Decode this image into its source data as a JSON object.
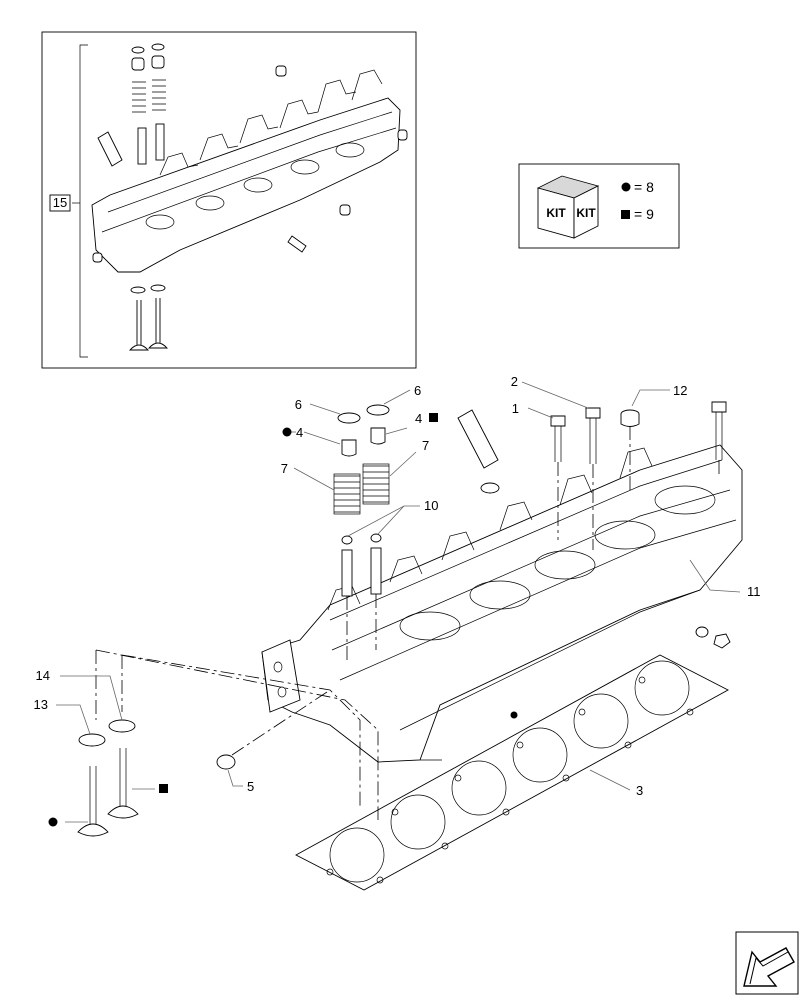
{
  "inset": {
    "label": "15"
  },
  "kit_box": {
    "kit_word": "KIT",
    "circle_legend": "= 8",
    "square_legend": "= 9"
  },
  "callouts": {
    "c1": "1",
    "c2": "2",
    "c3": "3",
    "c4a": "4",
    "c4b": "4",
    "c5": "5",
    "c6a": "6",
    "c6b": "6",
    "c7a": "7",
    "c7b": "7",
    "c10": "10",
    "c11": "11",
    "c12": "12",
    "c13": "13",
    "c14": "14"
  },
  "icons": {
    "circle_marker": "filled-circle-icon",
    "square_marker": "filled-square-icon",
    "nav_arrow": "arrow-down-left-icon"
  }
}
